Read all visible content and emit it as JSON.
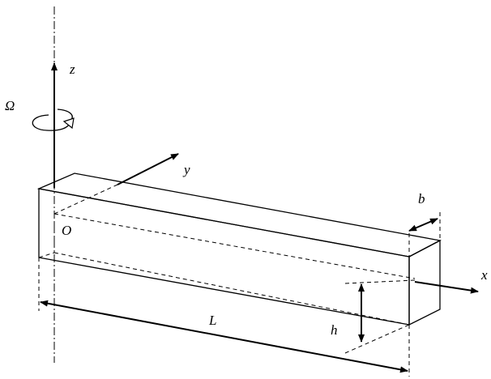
{
  "labels": {
    "omega": "Ω",
    "z_axis": "z",
    "y_axis": "y",
    "x_axis": "x",
    "origin": "O",
    "width": "b",
    "height": "h",
    "length": "L"
  }
}
